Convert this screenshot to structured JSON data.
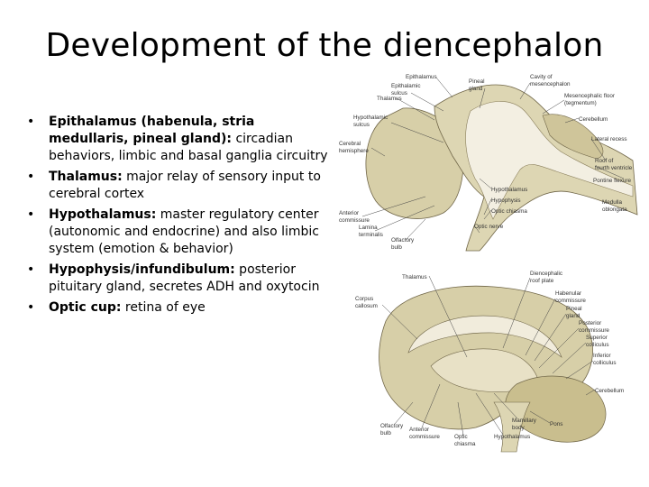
{
  "title": "Development of the diencephalon",
  "bullets": [
    {
      "term": "Epithalamus (habenula, stria medullaris, pineal gland):",
      "text": " circadian behaviors, limbic and basal ganglia circuitry"
    },
    {
      "term": "Thalamus:",
      "text": " major relay of sensory input to cerebral cortex"
    },
    {
      "term": "Hypothalamus:",
      "text": " master regulatory center (autonomic and endocrine) and also limbic system (emotion & behavior)"
    },
    {
      "term": "Hypophysis/infundibulum:",
      "text": " posterior pituitary gland, secretes ADH and oxytocin"
    },
    {
      "term": "Optic cup:",
      "text": " retina of eye"
    }
  ],
  "figure_top": {
    "labels": {
      "epithalamus": "Epithalamus",
      "epithalamic_sulcus_1": "Epithalamic",
      "epithalamic_sulcus_2": "sulcus",
      "pineal_1": "Pineal",
      "pineal_2": "gland",
      "cavity_1": "Cavity of",
      "cavity_2": "mesencephalon",
      "thalamus": "Thalamus",
      "mes_floor_1": "Mesencephalic floor",
      "mes_floor_2": "(tegmentum)",
      "hypothalamic_1": "Hypothalamic",
      "hypothalamic_2": "sulcus",
      "cerebellum": "Cerebellum",
      "cerebral_1": "Cerebral",
      "cerebral_2": "hemisphere",
      "lateral_recess": "Lateral recess",
      "roof_1": "Roof of",
      "roof_2": "fourth ventricle",
      "pontine": "Pontine flexure",
      "hypothalamus": "Hypothalamus",
      "hypophysis": "Hypophysis",
      "medulla_1": "Medulla",
      "medulla_2": "oblongata",
      "anterior_1": "Anterior",
      "anterior_2": "commissure",
      "optic_chiasma": "Optic chiasma",
      "lamina_1": "Lamina",
      "lamina_2": "terminalis",
      "optic_nerve": "Optic nerve",
      "olfactory_1": "Olfactory",
      "olfactory_2": "bulb"
    }
  },
  "figure_bottom": {
    "labels": {
      "thalamus": "Thalamus",
      "dienc_1": "Diencephalic",
      "dienc_2": "roof plate",
      "corpus_1": "Corpus",
      "corpus_2": "callosum",
      "habenular_1": "Habenular",
      "habenular_2": "commissure",
      "pineal_1": "Pineal",
      "pineal_2": "gland",
      "posterior_1": "Posterior",
      "posterior_2": "commissure",
      "superior_1": "Superior",
      "superior_2": "colliculus",
      "inferior_1": "Inferior",
      "inferior_2": "colliculus",
      "cerebellum": "Cerebellum",
      "mamillary_1": "Mamillary",
      "mamillary_2": "body",
      "pons": "Pons",
      "olfactory_1": "Olfactory",
      "olfactory_2": "bulb",
      "anterior_1": "Anterior",
      "anterior_2": "commissure",
      "optic_1": "Optic",
      "optic_2": "chiasma",
      "hypothalamus": "Hypothalamus"
    }
  },
  "colors": {
    "tissue": "#d7cfa8",
    "tissue_dark": "#b7aa78",
    "cavity": "#f3efe2",
    "outline": "#6f6547"
  }
}
